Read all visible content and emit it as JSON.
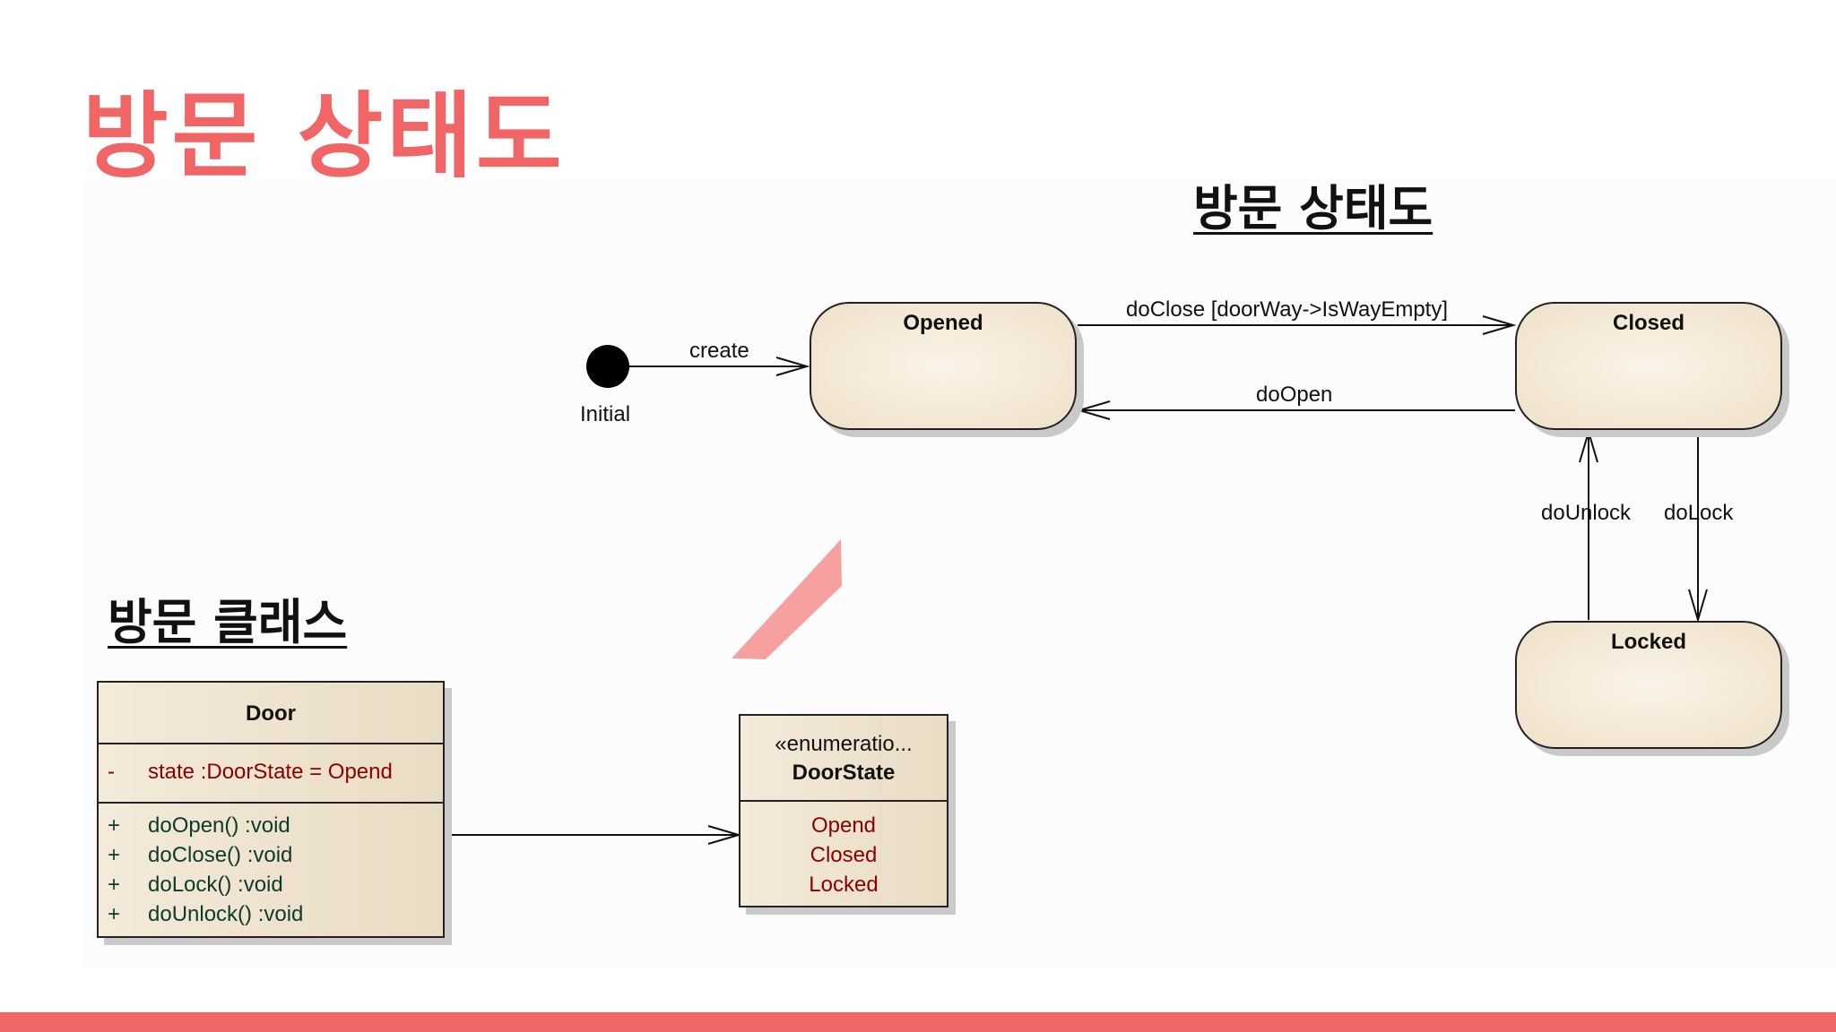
{
  "slide": {
    "title": "방문 상태도"
  },
  "state_diagram": {
    "heading": "방문 상태도",
    "initial_label": "Initial",
    "states": {
      "opened": "Opened",
      "closed": "Closed",
      "locked": "Locked"
    },
    "transitions": {
      "create": "create",
      "do_close": "doClose [doorWay->IsWayEmpty]",
      "do_open": "doOpen",
      "do_unlock": "doUnlock",
      "do_lock": "doLock"
    }
  },
  "class_diagram": {
    "heading": "방문 클래스",
    "door": {
      "name": "Door",
      "attributes": [
        {
          "visibility": "-",
          "member": "state  :DoorState = Opend"
        }
      ],
      "operations": [
        {
          "visibility": "+",
          "member": "doOpen()  :void"
        },
        {
          "visibility": "+",
          "member": "doClose()  :void"
        },
        {
          "visibility": "+",
          "member": "doLock()  :void"
        },
        {
          "visibility": "+",
          "member": "doUnlock()  :void"
        }
      ]
    },
    "door_state": {
      "stereotype": "«enumeratio...",
      "name": "DoorState",
      "literals": [
        "Opend",
        "Closed",
        "Locked"
      ]
    }
  },
  "colors": {
    "accent": "#f06565",
    "arrow": "#f7a0a0",
    "state_fill": "#f3e8d6"
  }
}
